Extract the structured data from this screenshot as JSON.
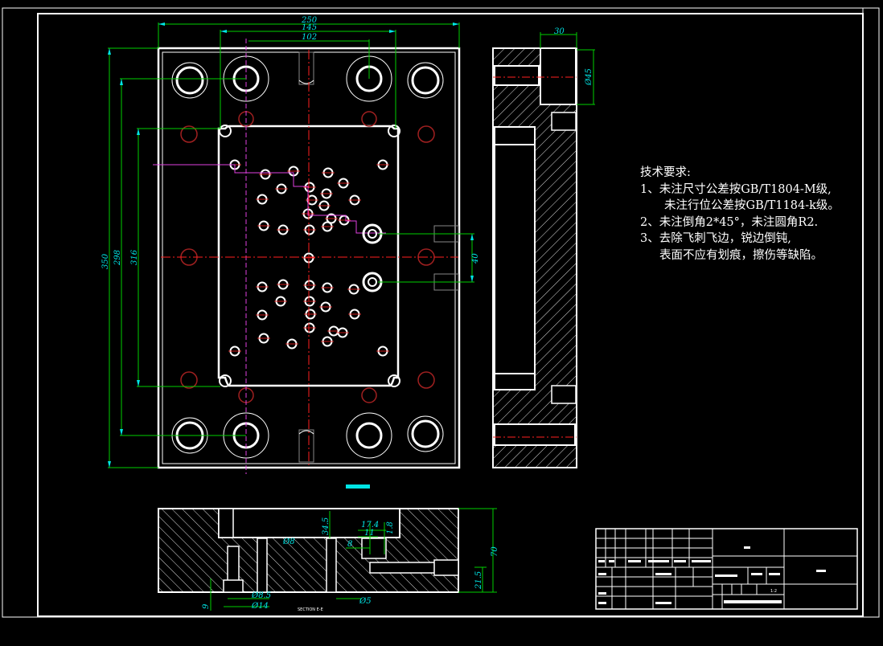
{
  "colors": {
    "background": "#000000",
    "outline": "#ffffff",
    "dimension": "#00e5e5",
    "extension": "#00d000",
    "centerline": "#ff2020",
    "hidden": "#e040e0"
  },
  "top_view": {
    "dims": {
      "overall_width": "250",
      "guide_span": "145",
      "inner_span": "102",
      "overall_height": "350",
      "pitch_a": "298",
      "pitch_b": "316",
      "offset": "40"
    },
    "view_label": ""
  },
  "side_view": {
    "dims": {
      "width": "30",
      "bore": "Ø45"
    }
  },
  "section_view": {
    "dims": {
      "depth_a": "34.5",
      "d1": "17.4",
      "d2": "11",
      "d3": "1.8",
      "d4": "8",
      "height": "70",
      "dh": "Ø8",
      "h2": "21.5",
      "d5": "Ø8.5",
      "d6": "Ø14",
      "d7": "Ø5",
      "d8": "9"
    },
    "view_label": "SECTION E-E"
  },
  "notes": {
    "heading": "技术要求:",
    "line1": "1、未注尺寸公差按GB/T1804-M级,",
    "line1b": "未注行位公差按GB/T1184-k级。",
    "line2": "2、未注倒角2*45°，未注圆角R2.",
    "line3": "3、去除飞刺飞边，锐边倒钝,",
    "line3b": "表面不应有划痕，擦伤等缺陷。"
  },
  "title_block": {
    "scale": "1:2"
  }
}
